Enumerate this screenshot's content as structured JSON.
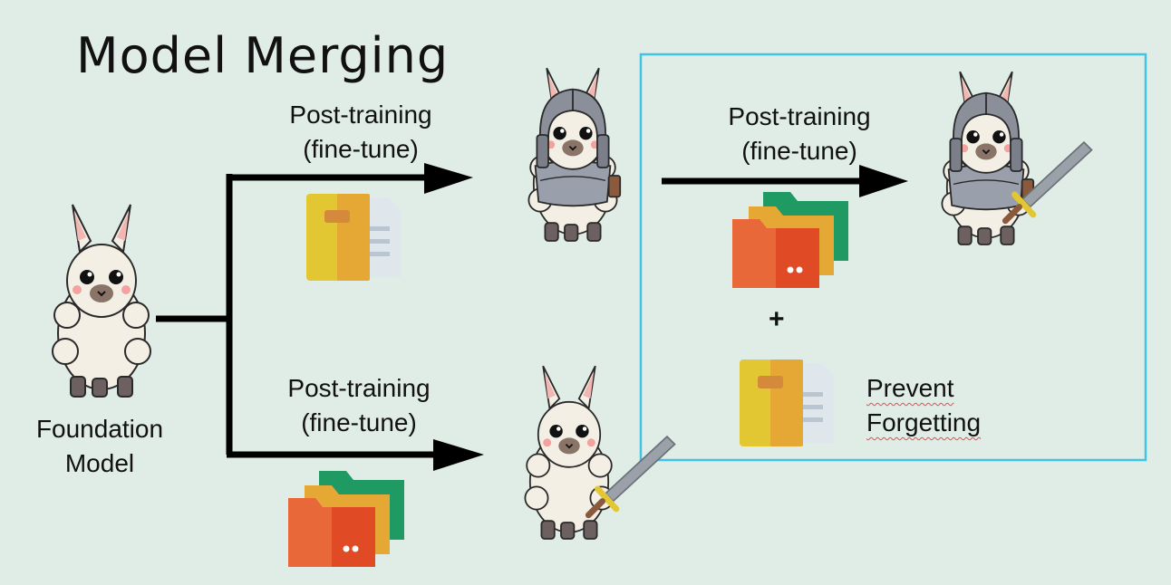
{
  "title": "Model Merging",
  "foundation": {
    "line1": "Foundation",
    "line2": "Model"
  },
  "top_branch": {
    "line1": "Post-training",
    "line2": "(fine-tune)"
  },
  "bottom_branch": {
    "line1": "Post-training",
    "line2": "(fine-tune)"
  },
  "merge_branch": {
    "line1": "Post-training",
    "line2": "(fine-tune)"
  },
  "plus": "+",
  "prevent": {
    "line1": "Prevent",
    "line2": "Forgetting"
  },
  "colors": {
    "background": "#e0ece6",
    "box_border": "#3fc3e6",
    "arrow": "#000000",
    "doc_yellow": "#e2c733",
    "doc_orange": "#e5a835",
    "folder_red": "#e4652f",
    "folder_green": "#1f9a62"
  },
  "icons": [
    "foundation-llama-icon",
    "knight-llama-icon",
    "sword-llama-icon",
    "knight-sword-llama-icon",
    "document-icon",
    "folders-icon"
  ]
}
